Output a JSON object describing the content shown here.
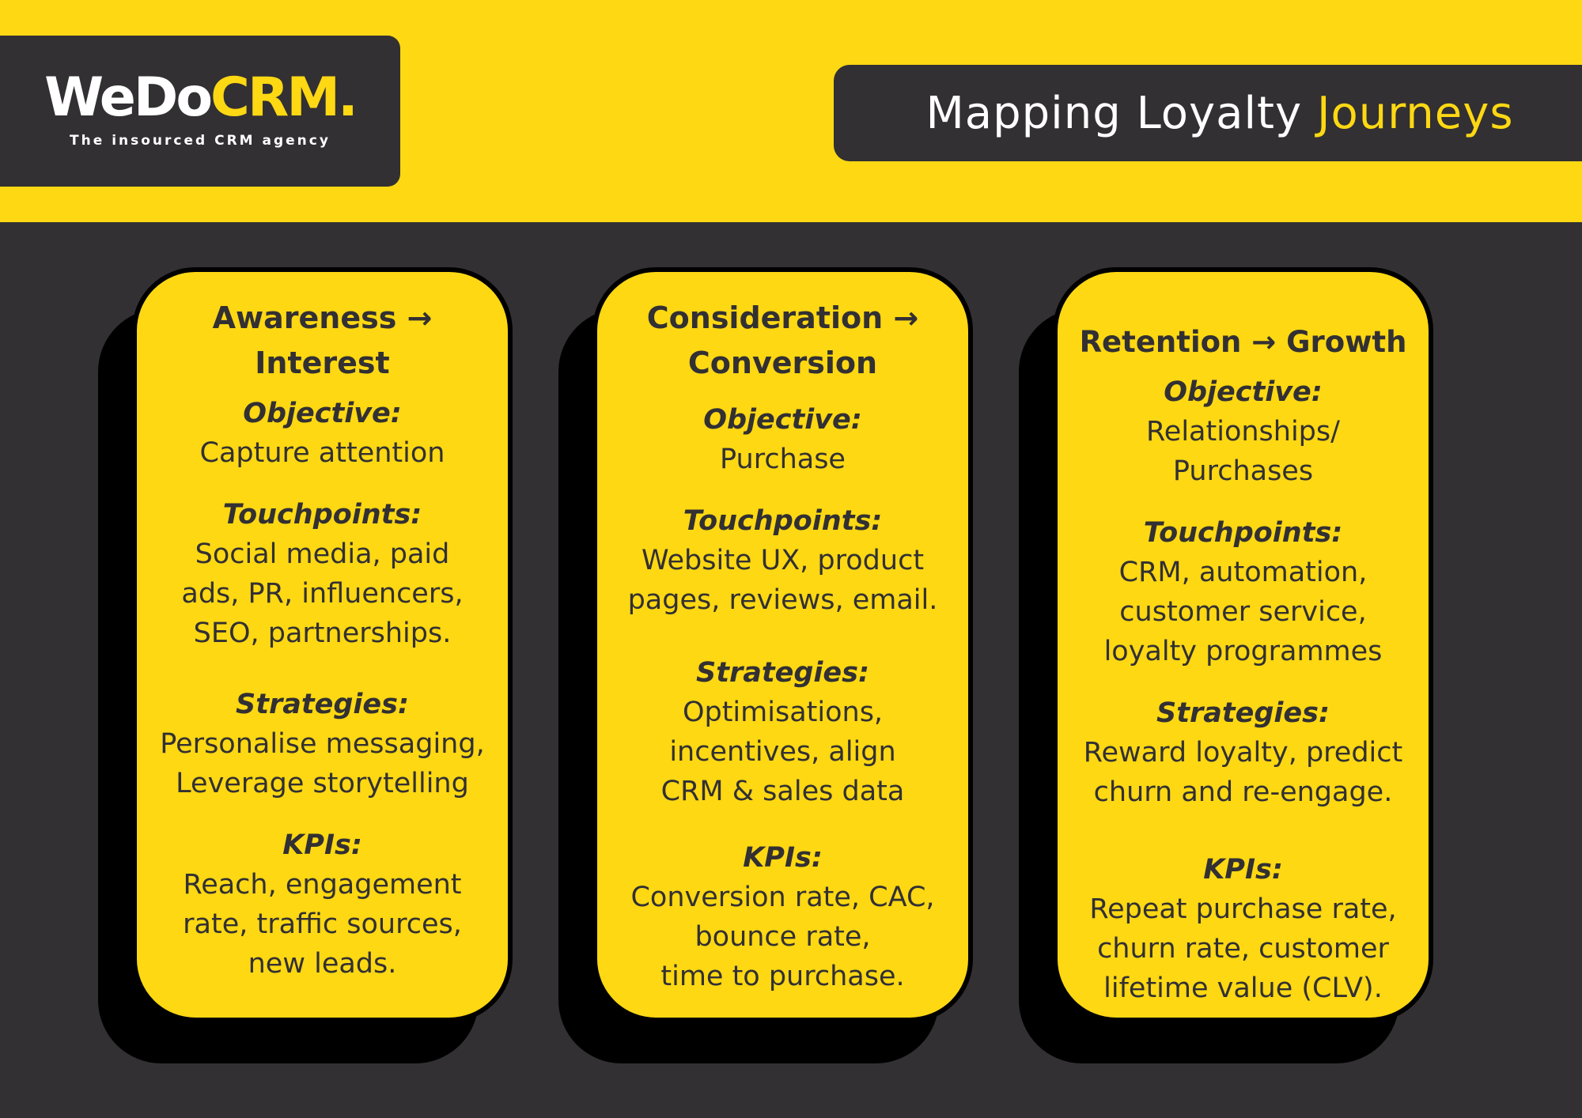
{
  "brand": {
    "logo_white": "WeDo",
    "logo_yellow": "CRM.",
    "tagline": "The insourced CRM agency"
  },
  "title": {
    "part1": "Mapping Loyalty",
    "part2": "Journeys"
  },
  "colors": {
    "yellow": "#FDD813",
    "dark": "#323033"
  },
  "cards": [
    {
      "heading": "Awareness → Interest",
      "objective_label": "Objective:",
      "objective": "Capture attention",
      "touchpoints_label": "Touchpoints:",
      "touchpoints": "Social media, paid\nads, PR, influencers,\nSEO, partnerships.",
      "strategies_label": "Strategies:",
      "strategies": "Personalise messaging,\nLeverage storytelling",
      "kpis_label": "KPIs:",
      "kpis": "Reach, engagement\nrate, traffic sources,\nnew leads."
    },
    {
      "heading": "Consideration → Conversion",
      "objective_label": "Objective:",
      "objective": "Purchase",
      "touchpoints_label": "Touchpoints:",
      "touchpoints": "Website UX, product\npages, reviews, email.",
      "strategies_label": "Strategies:",
      "strategies": "Optimisations,\nincentives, align\nCRM & sales data",
      "kpis_label": "KPIs:",
      "kpis": "Conversion rate, CAC,\nbounce rate,\ntime to purchase."
    },
    {
      "heading": "Retention → Growth",
      "objective_label": "Objective:",
      "objective": "Relationships/\nPurchases",
      "touchpoints_label": "Touchpoints:",
      "touchpoints": "CRM, automation,\ncustomer service,\nloyalty programmes",
      "strategies_label": "Strategies:",
      "strategies": "Reward loyalty, predict\nchurn and re-engage.",
      "kpis_label": "KPIs:",
      "kpis": "Repeat purchase rate,\nchurn rate, customer\nlifetime value (CLV)."
    }
  ]
}
